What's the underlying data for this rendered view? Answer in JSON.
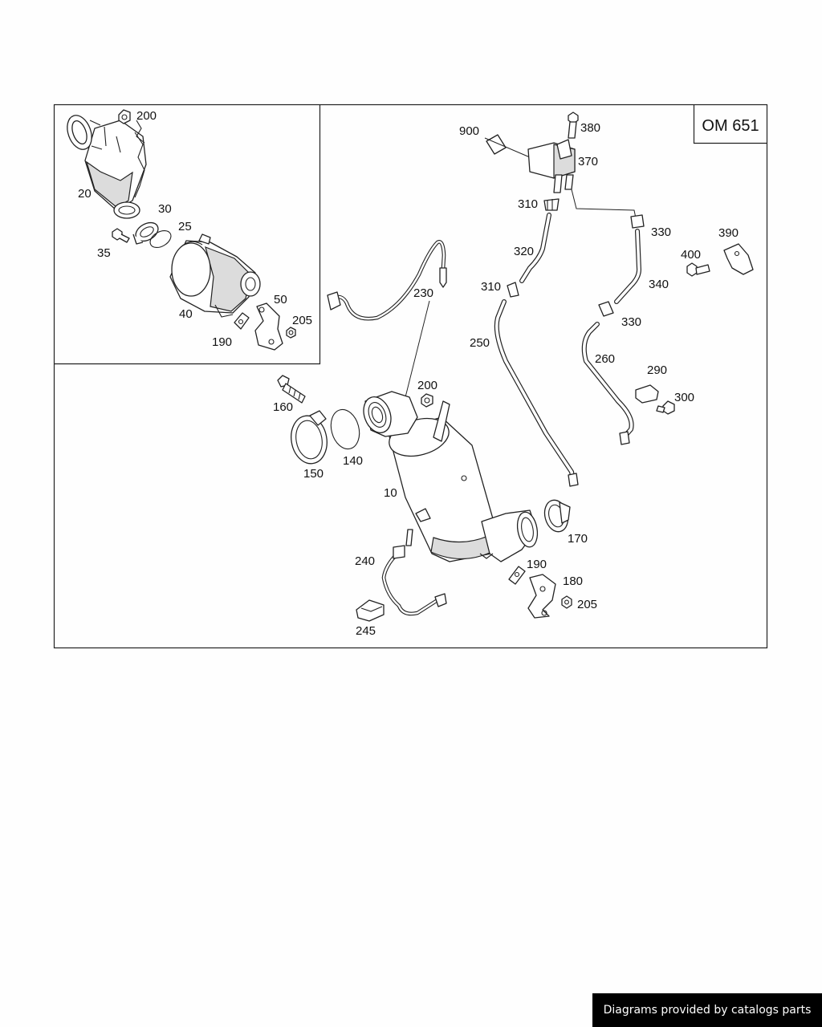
{
  "engine_code": "OM 651",
  "credit": "Diagrams provided by catalogs parts",
  "labels": {
    "p200_inset": "200",
    "p20": "20",
    "p30": "30",
    "p25": "25",
    "p35": "35",
    "p40": "40",
    "p50": "50",
    "p205_inset": "205",
    "p190_inset": "190",
    "p900": "900",
    "p380": "380",
    "p370": "370",
    "p310_top": "310",
    "p330_top": "330",
    "p390": "390",
    "p320": "320",
    "p400": "400",
    "p310_mid": "310",
    "p340": "340",
    "p230": "230",
    "p330_mid": "330",
    "p250": "250",
    "p260": "260",
    "p290": "290",
    "p300": "300",
    "p160": "160",
    "p200_main": "200",
    "p150": "150",
    "p140": "140",
    "p10": "10",
    "p170": "170",
    "p240": "240",
    "p190_main": "190",
    "p180": "180",
    "p205_main": "205",
    "p245": "245"
  }
}
